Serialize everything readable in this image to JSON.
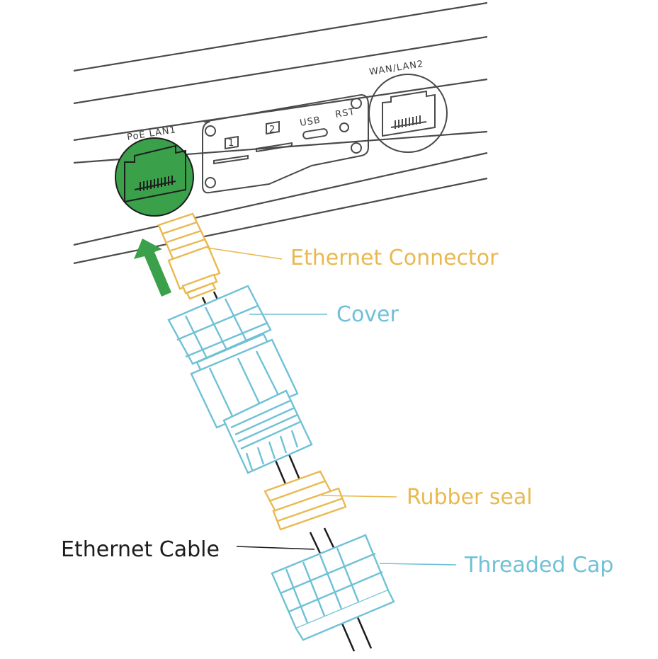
{
  "ports": {
    "poe_lan1": "PoE LAN1",
    "wan_lan2": "WAN/LAN2",
    "slot_1": "1",
    "slot_2": "2",
    "usb": "USB",
    "rst": "RST"
  },
  "callouts": {
    "ethernet_connector": "Ethernet Connector",
    "cover": "Cover",
    "rubber_seal": "Rubber seal",
    "ethernet_cable": "Ethernet Cable",
    "threaded_cap": "Threaded Cap"
  },
  "colors": {
    "connector": "#e9b94f",
    "cover": "#6fc1d6",
    "active_port": "#3aa04a",
    "arrow": "#3aa04a",
    "housing": "#4a4a4a"
  },
  "icons": {
    "arrow": "up-arrow-icon",
    "rj45": "rj45-port-icon"
  }
}
